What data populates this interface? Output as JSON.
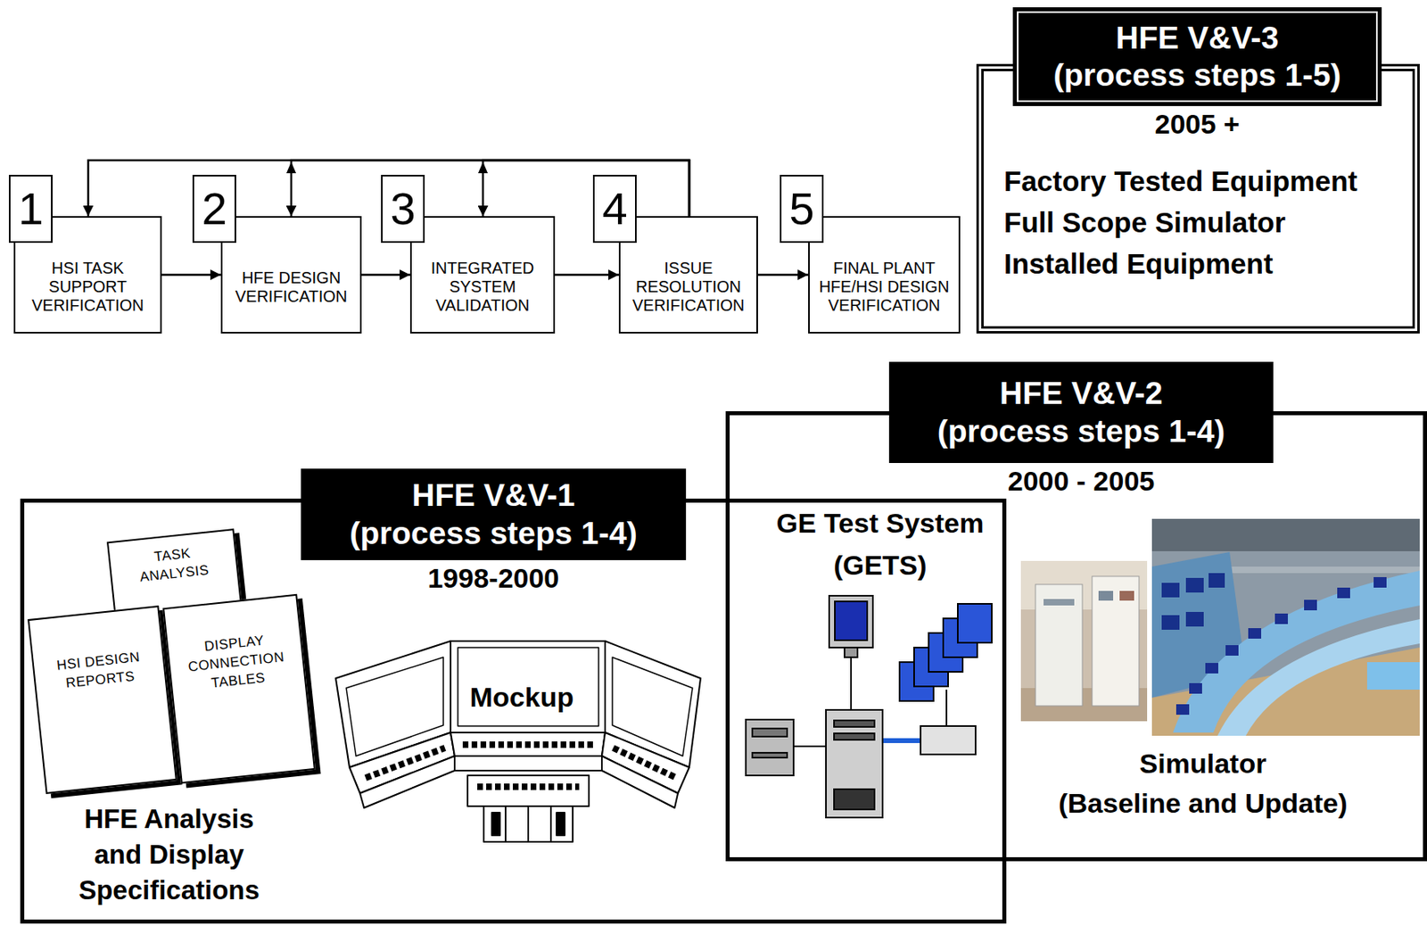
{
  "diagram": {
    "nodes": [
      {
        "text": [
          "1",
          "HSI TASK SUPPORT VERIFICATION"
        ]
      },
      {
        "text": [
          "2",
          "HFE DESIGN VERIFICATION"
        ]
      },
      {
        "text": [
          "3",
          "INTEGRATED SYSTEM VALIDATION"
        ]
      },
      {
        "text": [
          "4",
          "ISSUE RESOLUTION VERIFICATION"
        ]
      },
      {
        "text": [
          "5",
          "FINAL PLANT HFE/HSI DESIGN VERIFICATION"
        ]
      },
      {
        "text": [
          "HFE V&V-3",
          "(process steps 1-5)",
          "2005 +",
          "Factory Tested Equipment",
          "Full Scope Simulator",
          "Installed Equipment"
        ]
      },
      {
        "text": [
          "HFE V&V-2",
          "(process steps 1-4)",
          "2000 - 2005"
        ]
      },
      {
        "text": [
          "HFE V&V-1",
          "(process steps 1-4)",
          "1998-2000"
        ]
      },
      {
        "text": [
          "TASK ANALYSIS"
        ],
        "in": 7
      },
      {
        "text": [
          "HSI DESIGN REPORTS"
        ],
        "in": 7
      },
      {
        "text": [
          "DISPLAY CONNECTION TABLES"
        ],
        "in": 7
      }
    ],
    "edges": [
      {
        "from": 0,
        "to": 1,
        "arrow": "to"
      },
      {
        "from": 1,
        "to": 2,
        "arrow": "to"
      },
      {
        "from": 2,
        "to": 3,
        "arrow": "to"
      },
      {
        "from": 3,
        "to": 4,
        "arrow": "to"
      },
      {
        "from": 3,
        "to": 0,
        "arrow": "to"
      },
      {
        "from": 3,
        "to": 1,
        "arrow": "to"
      },
      {
        "from": 3,
        "to": 2,
        "arrow": "to"
      }
    ],
    "labels": [
      "Mockup",
      "HFE Analysis and Display Specifications",
      "GE Test System (GETS)",
      "Simulator",
      "(Baseline and Update)"
    ]
  }
}
